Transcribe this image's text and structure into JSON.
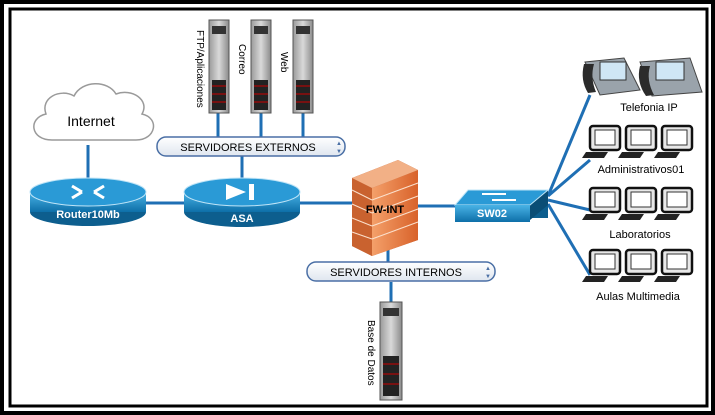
{
  "nodes": {
    "internet": "Internet",
    "router": "Router10Mb",
    "asa": "ASA",
    "fw": "FW-INT",
    "switch": "SW02",
    "servers_ext_bar": "SERVIDORES EXTERNOS",
    "servers_int_bar": "SERVIDORES INTERNOS",
    "srv_ftp": "FTP/Aplicaciones",
    "srv_mail": "Correo",
    "srv_web": "Web",
    "srv_db": "Base de Datos",
    "phones": "Telefonia IP",
    "admin": "Administrativos01",
    "lab": "Laboratorios",
    "aulas": "Aulas Multimedia"
  },
  "colors": {
    "link": "#1f6fb4",
    "device": "#1b87c4",
    "device_dark": "#0d5e8e",
    "firewall": "#e8793b",
    "bar_border": "#4a6fa5"
  }
}
